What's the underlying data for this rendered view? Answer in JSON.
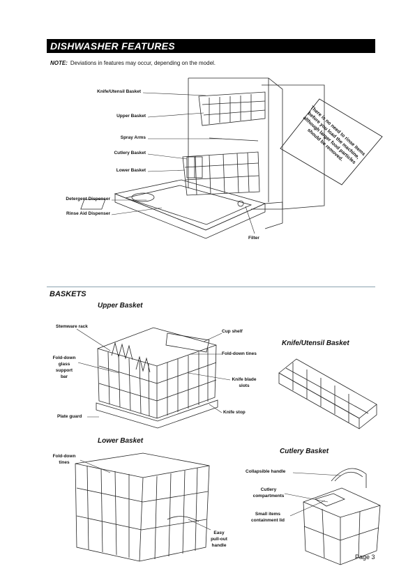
{
  "header": {
    "title": "DISHWASHER FEATURES"
  },
  "note": {
    "label": "NOTE:",
    "text": "Deviations in features may occur, depending on the model."
  },
  "overview": {
    "labels": {
      "knife_utensil_basket": "Knife/Utensil Basket",
      "upper_basket": "Upper Basket",
      "spray_arms": "Spray Arms",
      "cutlery_basket": "Cutlery Basket",
      "lower_basket": "Lower Basket",
      "detergent_dispenser": "Detergent Dispenser",
      "rinse_aid_dispenser": "Rinse Aid Dispenser",
      "filter": "Filter"
    },
    "callout_lines": [
      "There is no need to rinse items",
      "before you load the machine,",
      "although larger food particles",
      "should be removed."
    ]
  },
  "baskets": {
    "section_title": "BASKETS",
    "upper": {
      "title": "Upper Basket",
      "stemware_rack": "Stemware rack",
      "fold_down_glass_support_bar": [
        "Fold-down",
        "glass",
        "support",
        "bar"
      ],
      "plate_guard": "Plate guard",
      "cup_shelf": "Cup shelf",
      "fold_down_tines": "Fold-down tines",
      "knife_blade_slots": [
        "Knife blade",
        "slots"
      ],
      "knife_stop": "Knife stop"
    },
    "knife_utensil": {
      "title": "Knife/Utensil Basket"
    },
    "lower": {
      "title": "Lower Basket",
      "fold_down_tines": [
        "Fold-down",
        "tines"
      ],
      "easy_pull_out_handle": [
        "Easy",
        "pull-out",
        "handle"
      ]
    },
    "cutlery": {
      "title": "Cutlery Basket",
      "collapsible_handle": "Collapsible handle",
      "cutlery_compartments": [
        "Cutlery",
        "compartments"
      ],
      "small_items_containment_lid": [
        "Small items",
        "containment lid"
      ]
    }
  },
  "footer": {
    "page": "Page 3"
  }
}
